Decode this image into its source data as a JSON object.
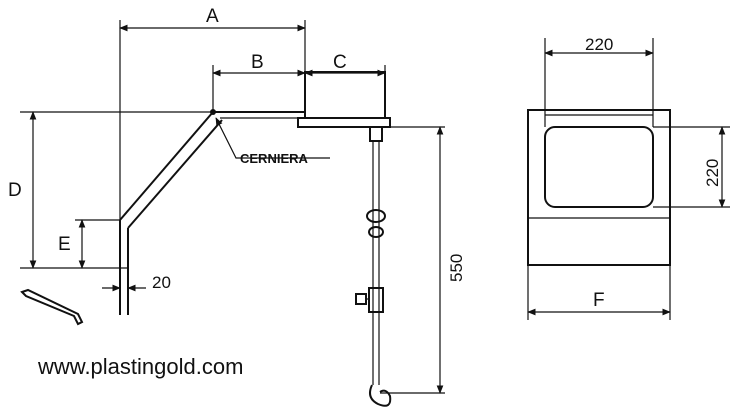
{
  "labels": {
    "a": "A",
    "b": "B",
    "c": "C",
    "d": "D",
    "e": "E",
    "f": "F",
    "offset": "20",
    "height": "550",
    "width_top": "220",
    "height_right": "220",
    "hinge": "CERNIERA"
  },
  "website": "www.plastingold.com"
}
